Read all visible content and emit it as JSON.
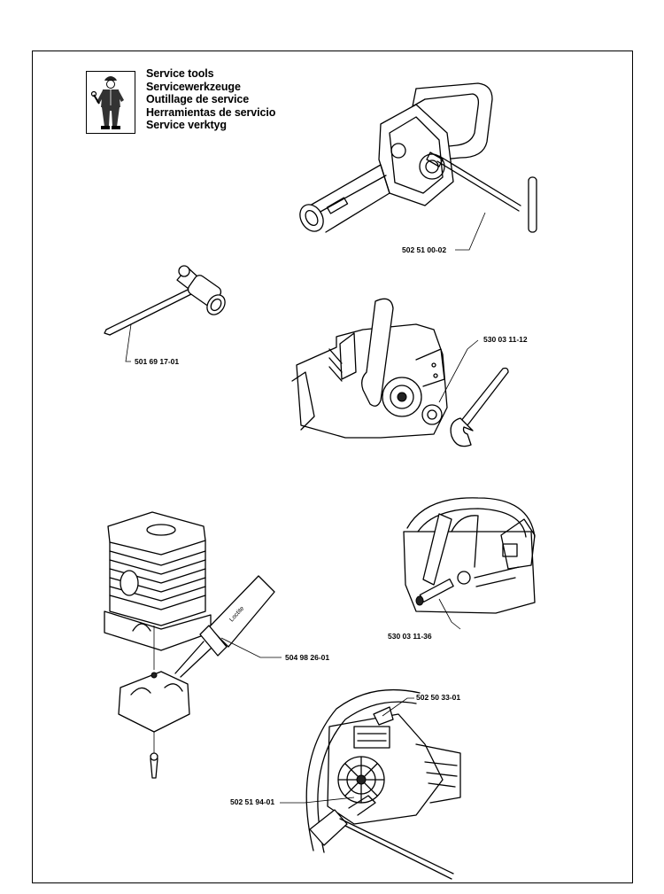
{
  "header": {
    "titles": [
      "Service tools",
      "Servicewerkzeuge",
      "Outillage de service",
      "Herramientas de servicio",
      "Service verktyg"
    ]
  },
  "parts": {
    "p1": "502 51 00-02",
    "p2": "501 69 17-01",
    "p3": "530 03 11-12",
    "p4": "530 03 11-36",
    "p5": "504 98 26-01",
    "p6": "502 50 33-01",
    "p7": "502 51 94-01"
  },
  "tube_label": "Loctite"
}
